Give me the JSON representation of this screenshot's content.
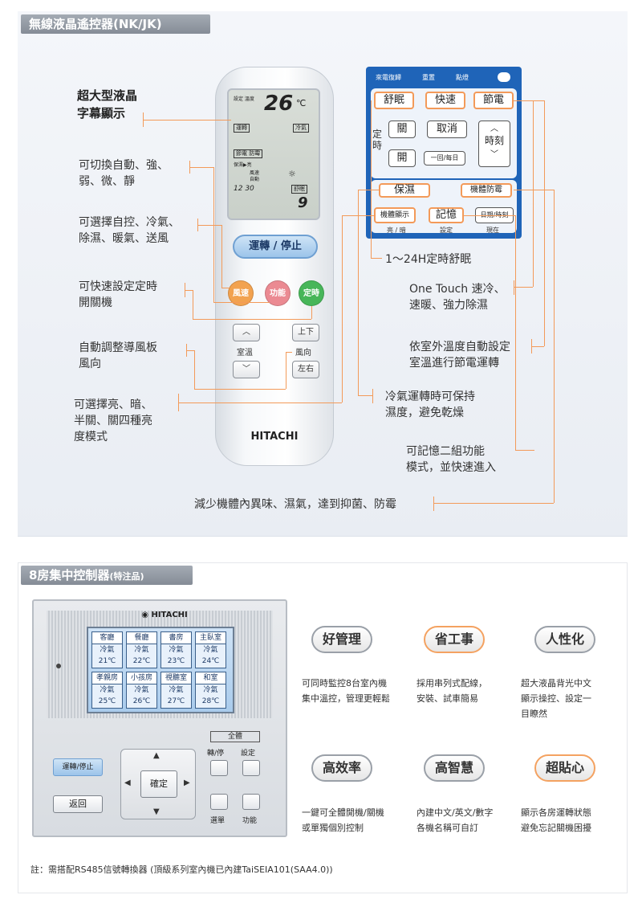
{
  "section1": {
    "title": "無線液晶遙控器(NK/JK)",
    "remote": {
      "lcd_top_small": "設定 溫度",
      "temp": "26",
      "unit": "℃",
      "mode_a": "運轉",
      "mode_b": "冷氣",
      "lcd_row3": "節電 防霉",
      "lcd_row4": "保濕▶亮",
      "lcd_row5a": "風速",
      "lcd_row5b": "自動",
      "lcd_time": "12 30",
      "lcd_sleep": "舒眠",
      "lcd_digit": "9",
      "run_stop": "運轉 / 停止",
      "fan": "風速",
      "func": "功能",
      "timer": "定時",
      "room_temp": "室溫",
      "up_down": "上下",
      "wind_dir": "風向",
      "left_right": "左右",
      "brand": "HITACHI"
    },
    "panel": {
      "indicators": [
        "來電復歸",
        "重置",
        "點燈"
      ],
      "row1": [
        "舒眠",
        "快速",
        "節電"
      ],
      "timer_label": "定\n時",
      "off": "關",
      "cancel": "取消",
      "on": "開",
      "daily": "一回/每日",
      "time": "時刻",
      "humid": "保濕",
      "mold": "機體防霉",
      "display": "機體顯示",
      "memory": "記憶",
      "date": "日期/時刻",
      "sub_labels": [
        "亮 / 暗",
        "設定",
        "現在"
      ]
    },
    "labels": {
      "lcd_big": "超大型液晶\n字幕顯示",
      "fan_modes": "可切換自動、強、\n弱、微、靜",
      "modes": "可選擇自控、冷氣、\n除濕、暖氣、送風",
      "timer": "可快速設定定時\n開關機",
      "louver": "自動調整導風板\n風向",
      "brightness": "可選擇亮、暗、\n半關、關四種亮\n度模式",
      "sleep": "1～24H定時舒眠",
      "one_touch": "One Touch 速冷、\n速暖、強力除濕",
      "auto_temp": "依室外溫度自動設定\n室溫進行節電運轉",
      "humidity": "冷氣運轉時可保持\n濕度，避免乾燥",
      "memory": "可記憶二組功能\n模式，並快速進入",
      "mold": "減少機體內異味、濕氣，達到抑菌、防霉"
    }
  },
  "section2": {
    "title": "8房集中控制器",
    "title_small": "(特注品)",
    "controller": {
      "brand": "HITACHI",
      "rooms": [
        {
          "name": "客廳",
          "mode": "冷氣",
          "temp": "21℃"
        },
        {
          "name": "餐廳",
          "mode": "冷氣",
          "temp": "22℃"
        },
        {
          "name": "書房",
          "mode": "冷氣",
          "temp": "23℃"
        },
        {
          "name": "主臥室",
          "mode": "冷氣",
          "temp": "24℃"
        },
        {
          "name": "孝親房",
          "mode": "冷氣",
          "temp": "25℃"
        },
        {
          "name": "小孩房",
          "mode": "冷氣",
          "temp": "26℃"
        },
        {
          "name": "視聽室",
          "mode": "冷氣",
          "temp": "27℃"
        },
        {
          "name": "和室",
          "mode": "冷氣",
          "temp": "28℃"
        }
      ],
      "all": "全體",
      "on_off": "轉/停",
      "setting": "設定",
      "run_stop": "運轉/停止",
      "back": "返回",
      "ok": "確定",
      "menu": "選單",
      "func": "功能"
    },
    "features": [
      {
        "title": "好管理",
        "desc": "可同時監控8台室內機\n集中溫控，管理更輕鬆"
      },
      {
        "title": "省工事",
        "desc": "採用串列式配線，\n安裝、試車簡易"
      },
      {
        "title": "人性化",
        "desc": "超大液晶背光中文\n顯示操控、設定一\n目瞭然"
      },
      {
        "title": "高效率",
        "desc": "一鍵可全體開機/關機\n或單獨個別控制"
      },
      {
        "title": "高智慧",
        "desc": "內建中文/英文/數字\n各機名稱可自訂"
      },
      {
        "title": "超貼心",
        "desc": "顯示各房運轉狀態\n避免忘記關機困擾"
      }
    ],
    "note": "註：需搭配RS485信號轉換器 (頂級系列室內機已內建TaiSEIA101(SAA4.0))"
  },
  "colors": {
    "accent_orange": "#f39a59",
    "panel_blue": "#1f64b8",
    "title_gray": "#8e959e"
  }
}
